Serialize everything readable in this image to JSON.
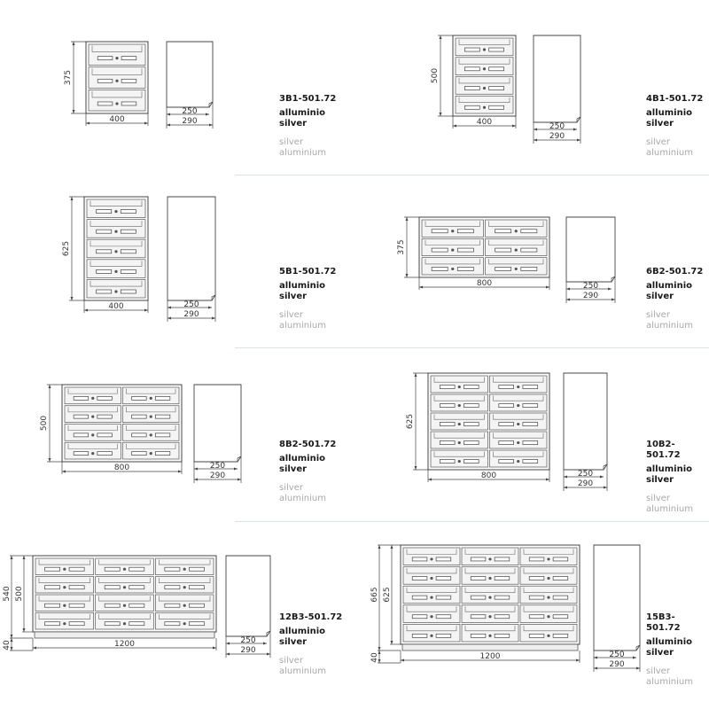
{
  "products": [
    {
      "code": "3B1-501.72",
      "rows": 3,
      "cols": 1,
      "height": "375",
      "width": "400",
      "depth_inner": "250",
      "depth_outer": "290",
      "finish_it": "alluminio",
      "finish_it2": "silver",
      "finish_en1": "silver",
      "finish_en2": "aluminium"
    },
    {
      "code": "4B1-501.72",
      "rows": 4,
      "cols": 1,
      "height": "500",
      "width": "400",
      "depth_inner": "250",
      "depth_outer": "290",
      "finish_it": "alluminio",
      "finish_it2": "silver",
      "finish_en1": "silver",
      "finish_en2": "aluminium"
    },
    {
      "code": "5B1-501.72",
      "rows": 5,
      "cols": 1,
      "height": "625",
      "width": "400",
      "depth_inner": "250",
      "depth_outer": "290",
      "finish_it": "alluminio",
      "finish_it2": "silver",
      "finish_en1": "silver",
      "finish_en2": "aluminium"
    },
    {
      "code": "6B2-501.72",
      "rows": 3,
      "cols": 2,
      "height": "375",
      "width": "800",
      "depth_inner": "250",
      "depth_outer": "290",
      "finish_it": "alluminio",
      "finish_it2": "silver",
      "finish_en1": "silver",
      "finish_en2": "aluminium"
    },
    {
      "code": "8B2-501.72",
      "rows": 4,
      "cols": 2,
      "height": "500",
      "width": "800",
      "depth_inner": "250",
      "depth_outer": "290",
      "finish_it": "alluminio",
      "finish_it2": "silver",
      "finish_en1": "silver",
      "finish_en2": "aluminium"
    },
    {
      "code": "10B2-501.72",
      "rows": 5,
      "cols": 2,
      "height": "625",
      "width": "800",
      "depth_inner": "250",
      "depth_outer": "290",
      "finish_it": "alluminio",
      "finish_it2": "silver",
      "finish_en1": "silver",
      "finish_en2": "aluminium"
    },
    {
      "code": "12B3-501.72",
      "rows": 4,
      "cols": 3,
      "height": "500",
      "total_height": "540",
      "base": "40",
      "width": "1200",
      "depth_inner": "250",
      "depth_outer": "290",
      "finish_it": "alluminio",
      "finish_it2": "silver",
      "finish_en1": "silver",
      "finish_en2": "aluminium"
    },
    {
      "code": "15B3-501.72",
      "rows": 5,
      "cols": 3,
      "height": "625",
      "total_height": "665",
      "base": "40",
      "width": "1200",
      "depth_inner": "250",
      "depth_outer": "290",
      "finish_it": "alluminio",
      "finish_it2": "silver",
      "finish_en1": "silver",
      "finish_en2": "aluminium"
    }
  ]
}
